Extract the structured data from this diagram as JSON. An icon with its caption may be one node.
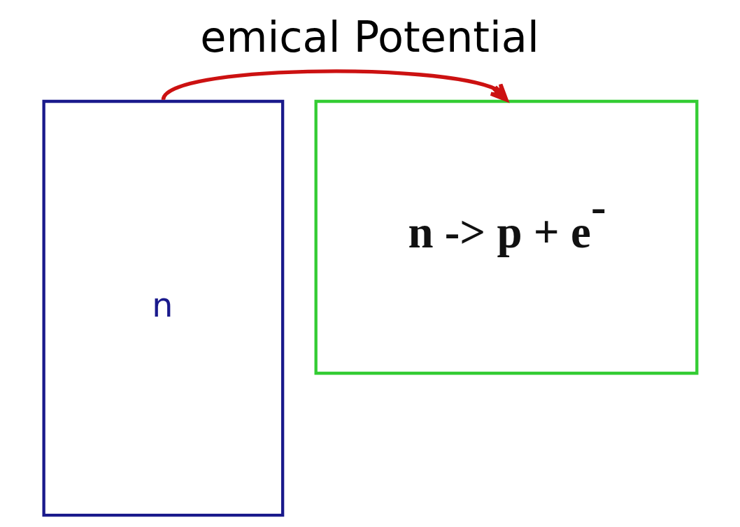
{
  "diagram": {
    "title": "emical Potential",
    "nodes": [
      {
        "text": [
          "n"
        ]
      },
      {
        "text": [
          "n -> p + e$^{-}$"
        ]
      }
    ],
    "edges": [
      {
        "from": 0,
        "to": 1,
        "arrow": "to",
        "color": "#cc1111"
      }
    ]
  }
}
